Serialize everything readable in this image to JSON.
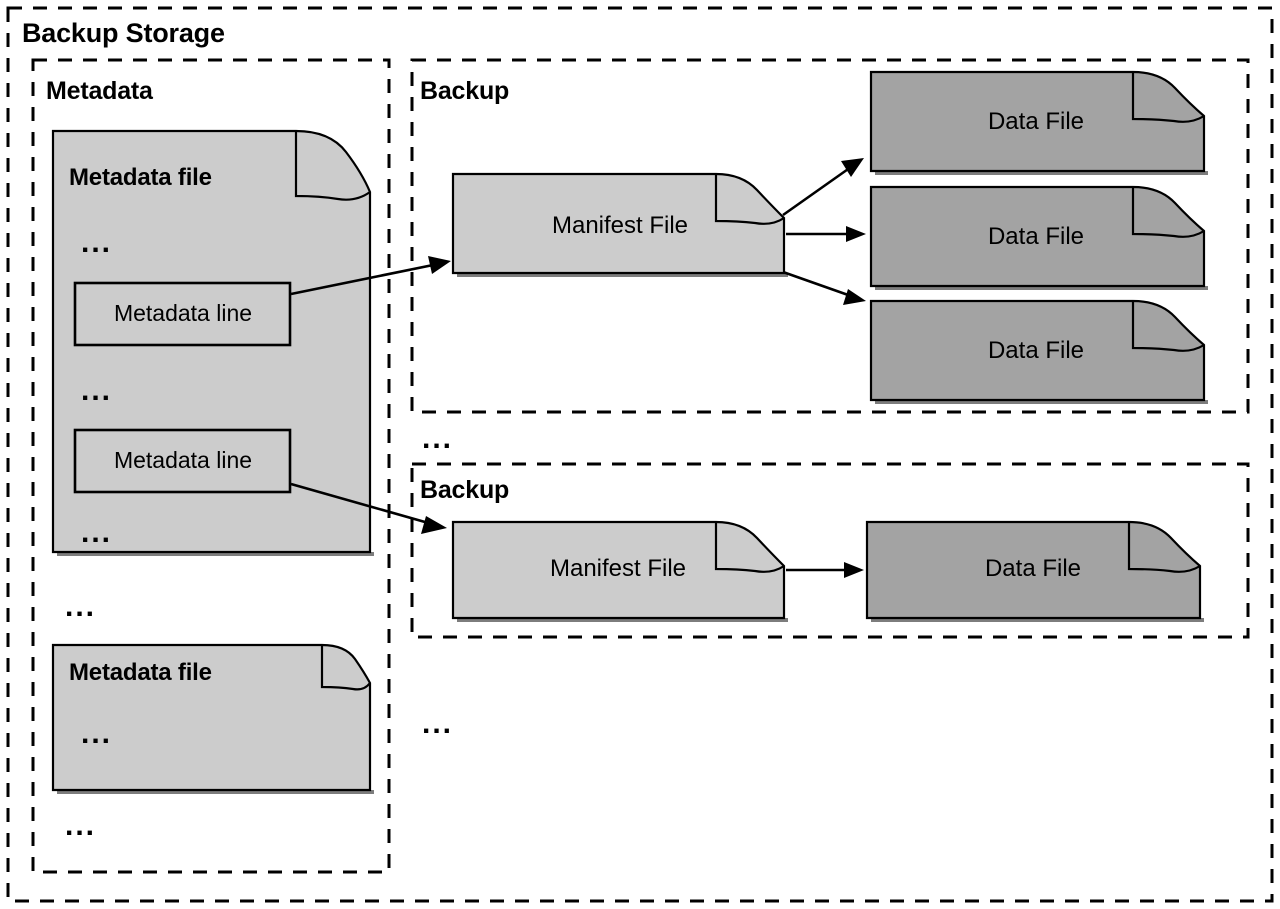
{
  "diagram": {
    "title": "Backup Storage",
    "outer_container_label": "Backup Storage",
    "colors": {
      "light_file_fill": "#cccccc",
      "dark_file_fill": "#a3a3a3",
      "stroke": "#000000",
      "background": "#ffffff"
    },
    "metadata_section": {
      "label": "Metadata",
      "files": [
        {
          "title": "Metadata file",
          "entries": [
            "...",
            "Metadata line",
            "...",
            "Metadata line",
            "..."
          ]
        },
        {
          "title": "Metadata file",
          "entries": [
            "..."
          ]
        }
      ],
      "trailing_ellipsis": "...",
      "between_files_ellipsis": "..."
    },
    "backup_sections": [
      {
        "label": "Backup",
        "manifest": "Manifest File",
        "data_files": [
          "Data File",
          "Data File",
          "Data File"
        ]
      },
      {
        "label": "Backup",
        "manifest": "Manifest File",
        "data_files": [
          "Data File"
        ]
      }
    ],
    "backup_between_ellipsis": "...",
    "backup_trailing_ellipsis": "..."
  },
  "labels": {
    "ellipsis": "...",
    "metadata_line_1": "Metadata line",
    "metadata_line_2": "Metadata line",
    "metadata_file_1_title": "Metadata file",
    "metadata_file_2_title": "Metadata file",
    "manifest_1": "Manifest File",
    "manifest_2": "Manifest File",
    "data_file_1": "Data File",
    "data_file_2": "Data File",
    "data_file_3": "Data File",
    "data_file_4": "Data File",
    "backup_1": "Backup",
    "backup_2": "Backup",
    "metadata_section": "Metadata",
    "root": "Backup Storage"
  }
}
